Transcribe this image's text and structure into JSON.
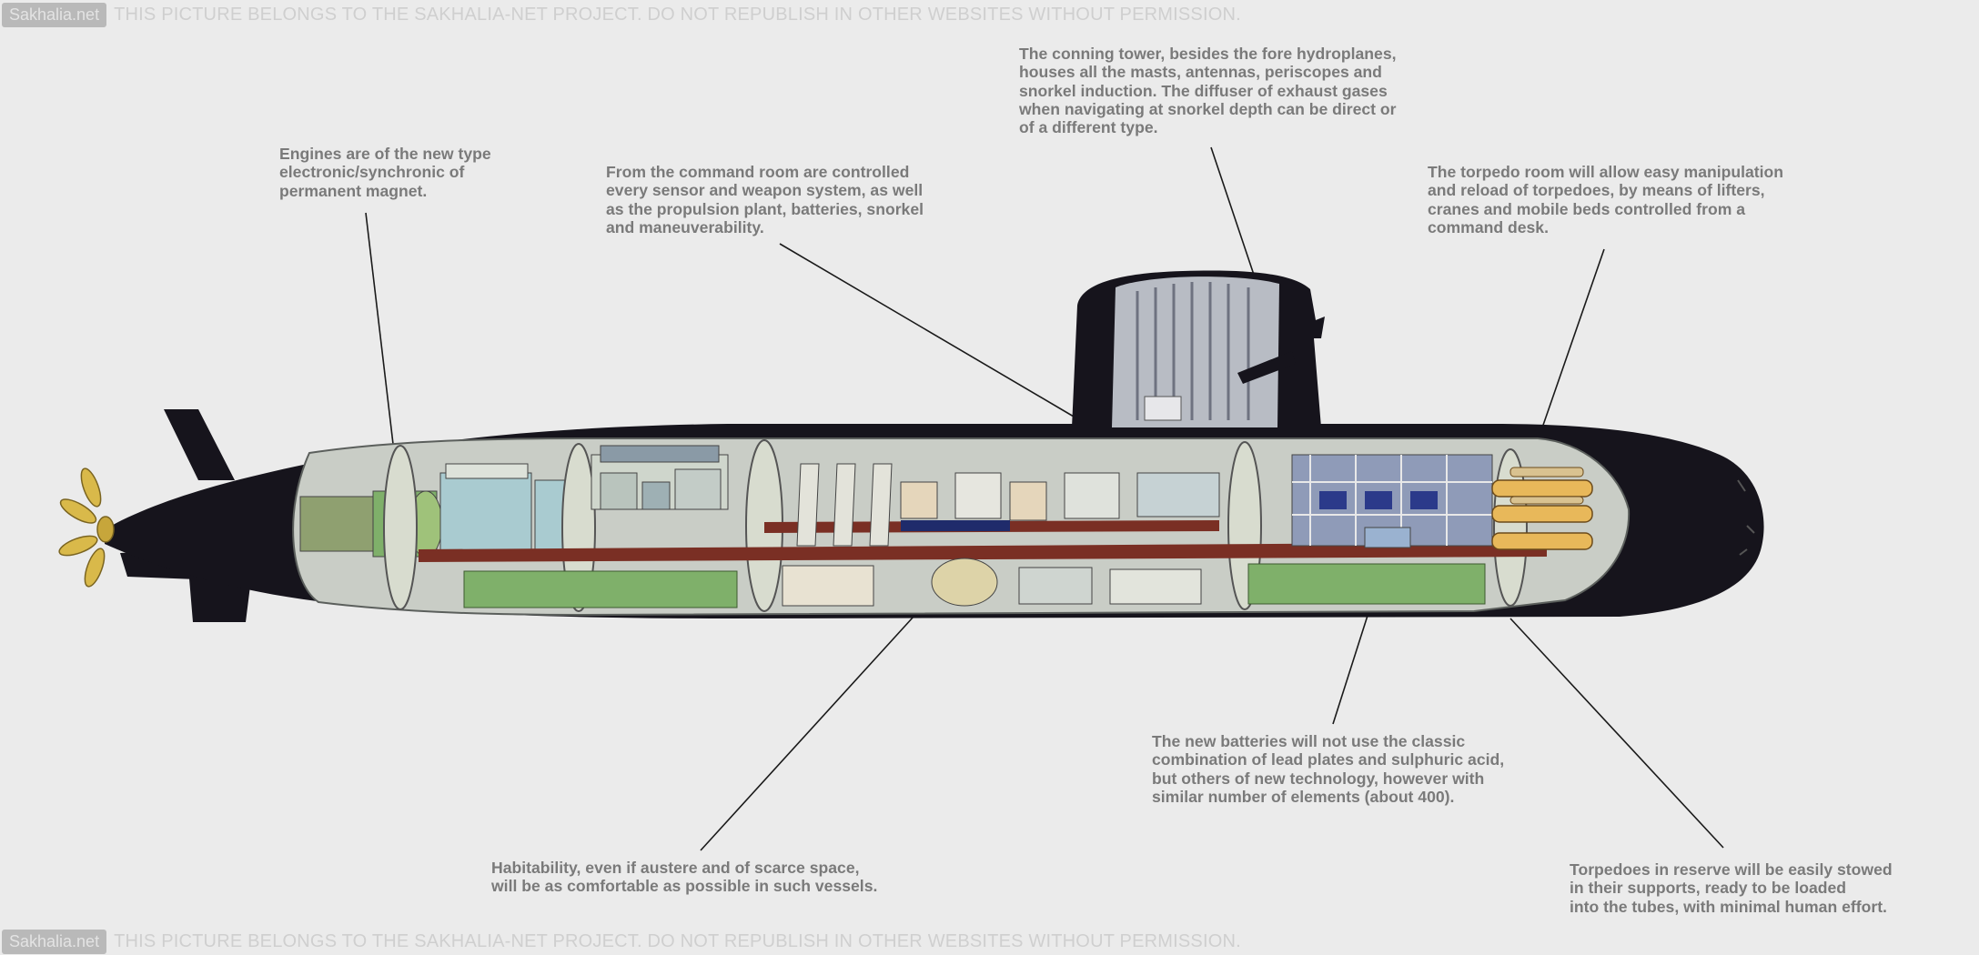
{
  "watermark": {
    "badge": "Sakhalia.net",
    "text": "THIS PICTURE BELONGS TO THE SAKHALIA-NET PROJECT. DO NOT REPUBLISH IN OTHER WEBSITES WITHOUT PERMISSION."
  },
  "callouts": {
    "engines": "Engines are of the new type\nelectronic/synchronic of\npermanent magnet.",
    "command_room": "From the command room are controlled\nevery sensor and weapon system, as well\nas the propulsion plant, batteries, snorkel\nand maneuverability.",
    "conning_tower": "The conning tower, besides the fore hydroplanes,\nhouses all the masts, antennas, periscopes and\nsnorkel induction. The diffuser of exhaust gases\nwhen navigating at snorkel depth can be direct or\nof a different type.",
    "torpedo_room": "The torpedo room will allow easy manipulation\nand reload of torpedoes, by means of lifters,\ncranes and mobile beds controlled from a\ncommand desk.",
    "batteries": "The new batteries will not use the classic\ncombination of lead plates and sulphuric acid,\nbut others of new technology, however with\nsimilar number of elements (about 400).",
    "habitability": "Habitability, even if austere and of scarce space,\nwill be as comfortable as possible in such vessels.",
    "torpedoes_reserve": "Torpedoes in reserve will be easily stowed\nin their supports, ready to be loaded\ninto the tubes, with minimal human effort."
  },
  "colors": {
    "hull": "#16141c",
    "interior_wall": "#c9cdc6",
    "deck": "#7a2f24",
    "battery": "#7fb06a",
    "torpedo": "#e8b85a",
    "propeller": "#d9b94a",
    "callout_text": "#7a7a7a"
  }
}
